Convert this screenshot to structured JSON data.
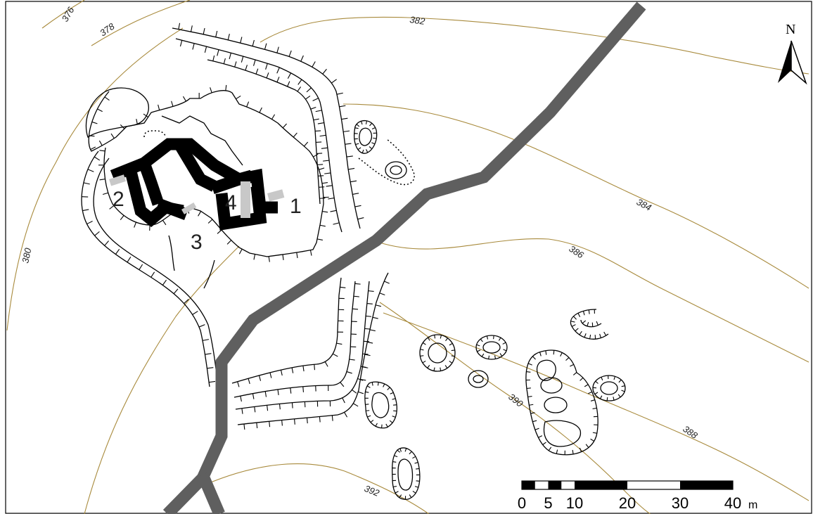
{
  "north_label": "N",
  "contours": [
    {
      "label": "376",
      "angle": -60
    },
    {
      "label": "378",
      "angle": -35
    },
    {
      "label": "380",
      "angle": -78
    },
    {
      "label": "382",
      "angle": 8
    },
    {
      "label": "384",
      "angle": 28
    },
    {
      "label": "386",
      "angle": 33
    },
    {
      "label": "388",
      "angle": 35
    },
    {
      "label": "390",
      "angle": 38
    },
    {
      "label": "392",
      "angle": 22
    }
  ],
  "towers": [
    "1",
    "2",
    "3",
    "4"
  ],
  "scale": {
    "ticks": [
      "0",
      "5",
      "10",
      "20",
      "30",
      "40"
    ],
    "tick_values_m": [
      0,
      5,
      10,
      20,
      30,
      40
    ],
    "unit": "m"
  },
  "colors": {
    "contour": "#a88a3c",
    "road": "#5f5f5f",
    "wall": "#000000",
    "wall_infill": "#c8c8c8"
  }
}
